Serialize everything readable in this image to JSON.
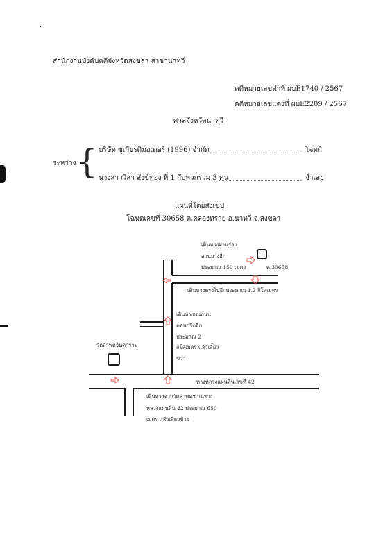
{
  "header": {
    "office": "สำนักงานบังคับคดีจังหวัดสงขลา สาขานาทวี",
    "black_case_label": "คดีหมายเลขดำที่",
    "black_case_no": "ผบE1740 / 2567",
    "red_case_label": "คดีหมายเลขแดงที่",
    "red_case_no": "ผบE2209 / 2567",
    "court": "ศาลจังหวัดนาทวี"
  },
  "parties": {
    "between_label": "ระหว่าง",
    "plaintiff": "บริษัท ซูเกียรติมอเตอร์ (1996) จำกัด",
    "plaintiff_role": "โจทก์",
    "defendant": "นางสาววิสา สังข์ทอง  ที่ 1 กับพวกรวม 3 คน",
    "defendant_role": "จำเลย"
  },
  "map_title": {
    "title": "แผนที่โดยสังเขป",
    "subtitle": "โฉนดเลขที่ 30658  ต.คลองทราย  อ.นาทวี  จ.สงขลา"
  },
  "map_labels": {
    "pass_rubber_1": "เดินทางผ่านร่อง",
    "pass_rubber_2": "สวนยางอีก",
    "pass_rubber_3": "ประมาณ 150 เมตร",
    "deed_marker": "ต.30658",
    "straight_1km": "เดินทางตรงไปอีกประมาณ 1.2 กิโลเมตร",
    "concrete_1": "เดินทางบนถนน",
    "concrete_2": "คอนกรีตอีก",
    "concrete_3": "ประมาณ 2",
    "concrete_4": "กิโลเมตร แล้วเลี้ยว",
    "concrete_5": "ขวา",
    "temple": "วัดลำพดจินดาราม",
    "highway": "ทางหลวงแผ่นดินเลขที่ 42",
    "from_temple_1": "เดินทางจากวัดลำพดฯ บนทาง",
    "from_temple_2": "หลวงแผ่นดิน 42 ประมาณ 650",
    "from_temple_3": "เมตร แล้วเลี้ยวซ้าย"
  },
  "colors": {
    "arrow": "#e05555",
    "road": "#1a1a1a"
  }
}
